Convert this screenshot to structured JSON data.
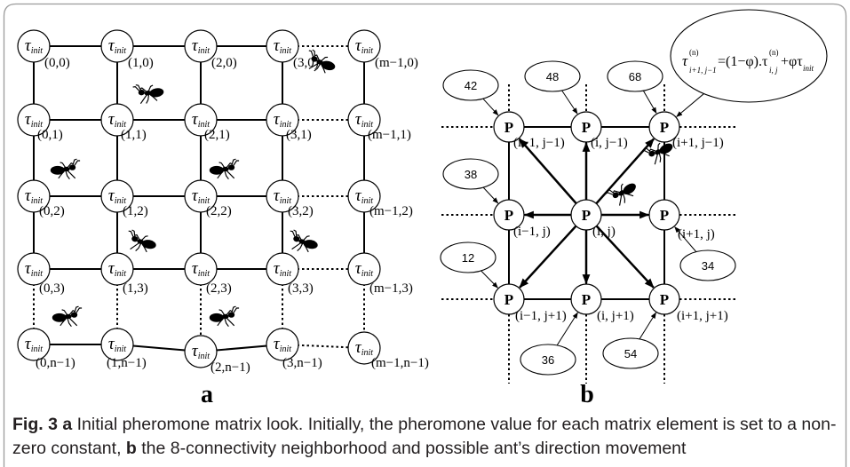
{
  "figure": {
    "panel_a": {
      "label": "a",
      "tau": "τ",
      "tau_sub": "init",
      "ant_icon": "ant-icon",
      "nodes": [
        [
          "(0,0)",
          "(1,0)",
          "(2,0)",
          "(3,0)",
          "(m−1,0)"
        ],
        [
          "(0,1)",
          "(1,1)",
          "(2,1)",
          "(3,1)",
          "(m−1,1)"
        ],
        [
          "(0,2)",
          "(1,2)",
          "(2,2)",
          "(3,2)",
          "(m−1,2)"
        ],
        [
          "(0,3)",
          "(1,3)",
          "(2,3)",
          "(3,3)",
          "(m−1,3)"
        ],
        [
          "(0,n−1)",
          "(1,n−1)",
          "(2,n−1)",
          "(3,n−1)",
          "(m−1,n−1)"
        ]
      ]
    },
    "panel_b": {
      "label": "b",
      "node_symbol": "P",
      "ant_icon": "ant-icon",
      "coords": [
        [
          "(i−1, j−1)",
          "(i, j−1)",
          "(i+1, j−1)"
        ],
        [
          "(i−1, j)",
          "(i, j)",
          "(i+1, j)"
        ],
        [
          "(i−1, j+1)",
          "(i, j+1)",
          "(i+1, j+1)"
        ]
      ],
      "pheromone_values": [
        [
          42,
          48,
          68
        ],
        [
          38,
          null,
          34
        ],
        [
          12,
          36,
          54
        ]
      ],
      "update_rule": {
        "tau": "τ",
        "sup_n": "(n)",
        "lhs_sub": "i+1, j−1",
        "rhs_mid": "=(1−φ).τ",
        "rhs_sub": "i, j",
        "rhs_end": "+φτ",
        "init_sub": "init"
      }
    }
  },
  "caption": {
    "label": "Fig. 3",
    "panel_a_ref": "a",
    "line_1": "Initial pheromone matrix look. Initially, the pheromone value for each matrix element is set to a non-",
    "line_2_start": "zero constant,",
    "panel_b_ref": "b",
    "line_2_end": "the 8-connectivity neighborhood and possible ant’s direction movement"
  }
}
